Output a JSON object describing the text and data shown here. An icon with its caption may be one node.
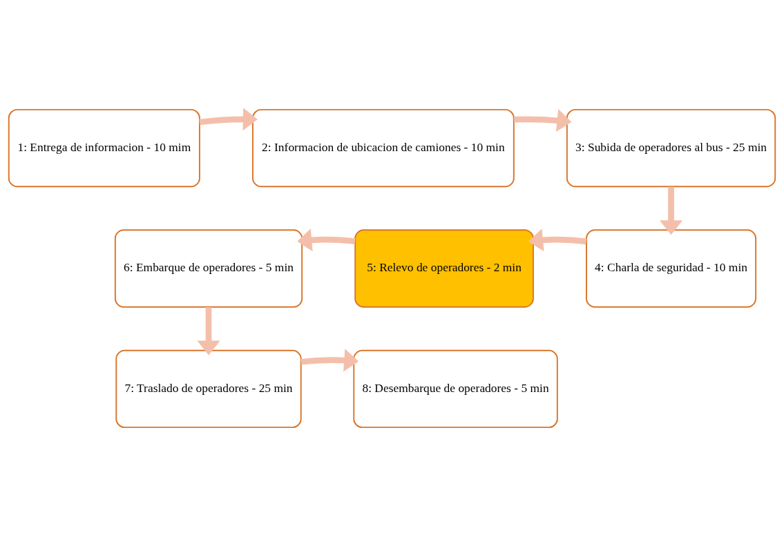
{
  "diagram": {
    "nodes": [
      {
        "text": [
          "1: Entrega de informacion - 10 mim"
        ]
      },
      {
        "text": [
          "2: Informacion de ubicacion de camiones - 10 min"
        ]
      },
      {
        "text": [
          "3: Subida de operadores al bus - 25 min"
        ]
      },
      {
        "text": [
          "4: Charla de seguridad - 10 min"
        ]
      },
      {
        "text": [
          "5: Relevo de operadores - 2 min"
        ]
      },
      {
        "text": [
          "6: Embarque de operadores - 5 min"
        ]
      },
      {
        "text": [
          "7: Traslado de operadores - 25 min"
        ]
      },
      {
        "text": [
          "8: Desembarque de operadores - 5 min"
        ]
      }
    ],
    "edges": [
      {
        "from": 0,
        "to": 1,
        "arrow": "to"
      },
      {
        "from": 1,
        "to": 2,
        "arrow": "to"
      },
      {
        "from": 2,
        "to": 3,
        "arrow": "to"
      },
      {
        "from": 3,
        "to": 4,
        "arrow": "to"
      },
      {
        "from": 4,
        "to": 5,
        "arrow": "to"
      },
      {
        "from": 5,
        "to": 6,
        "arrow": "to"
      },
      {
        "from": 6,
        "to": 7,
        "arrow": "to"
      }
    ]
  }
}
